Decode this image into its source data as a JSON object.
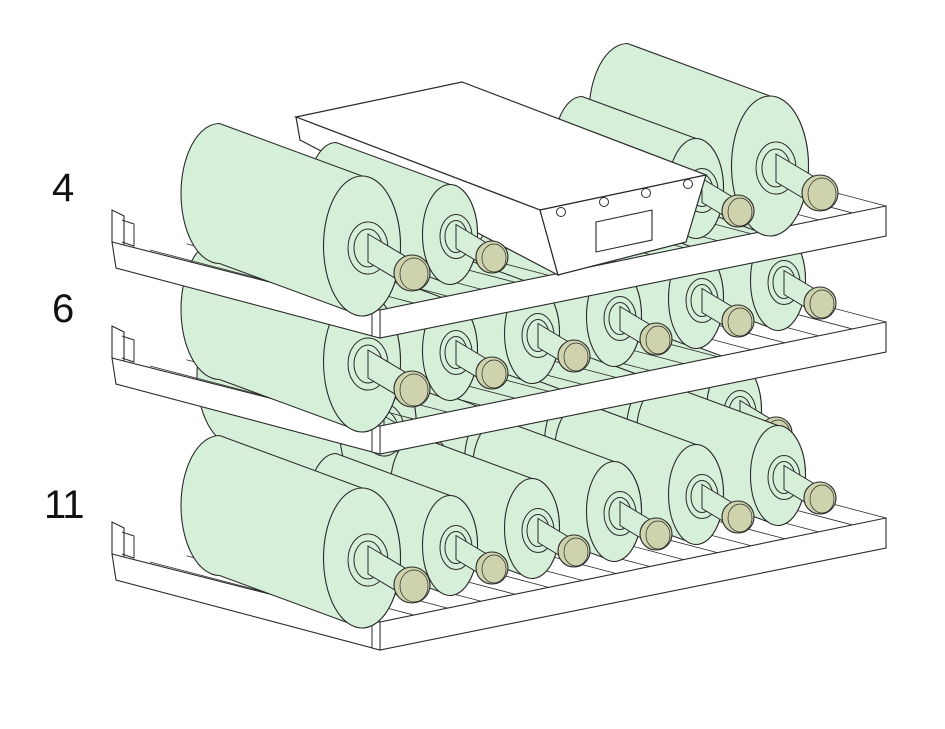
{
  "shelves": [
    {
      "label": "4"
    },
    {
      "label": "6"
    },
    {
      "label": "11"
    }
  ],
  "colors": {
    "bottle_body": "#d6efd9",
    "bottle_outline": "#2b2b2b",
    "cork": "#cfd3ad",
    "shelf_fill": "#ffffff",
    "unit_fill": "#ffffff",
    "background": "#ffffff"
  }
}
